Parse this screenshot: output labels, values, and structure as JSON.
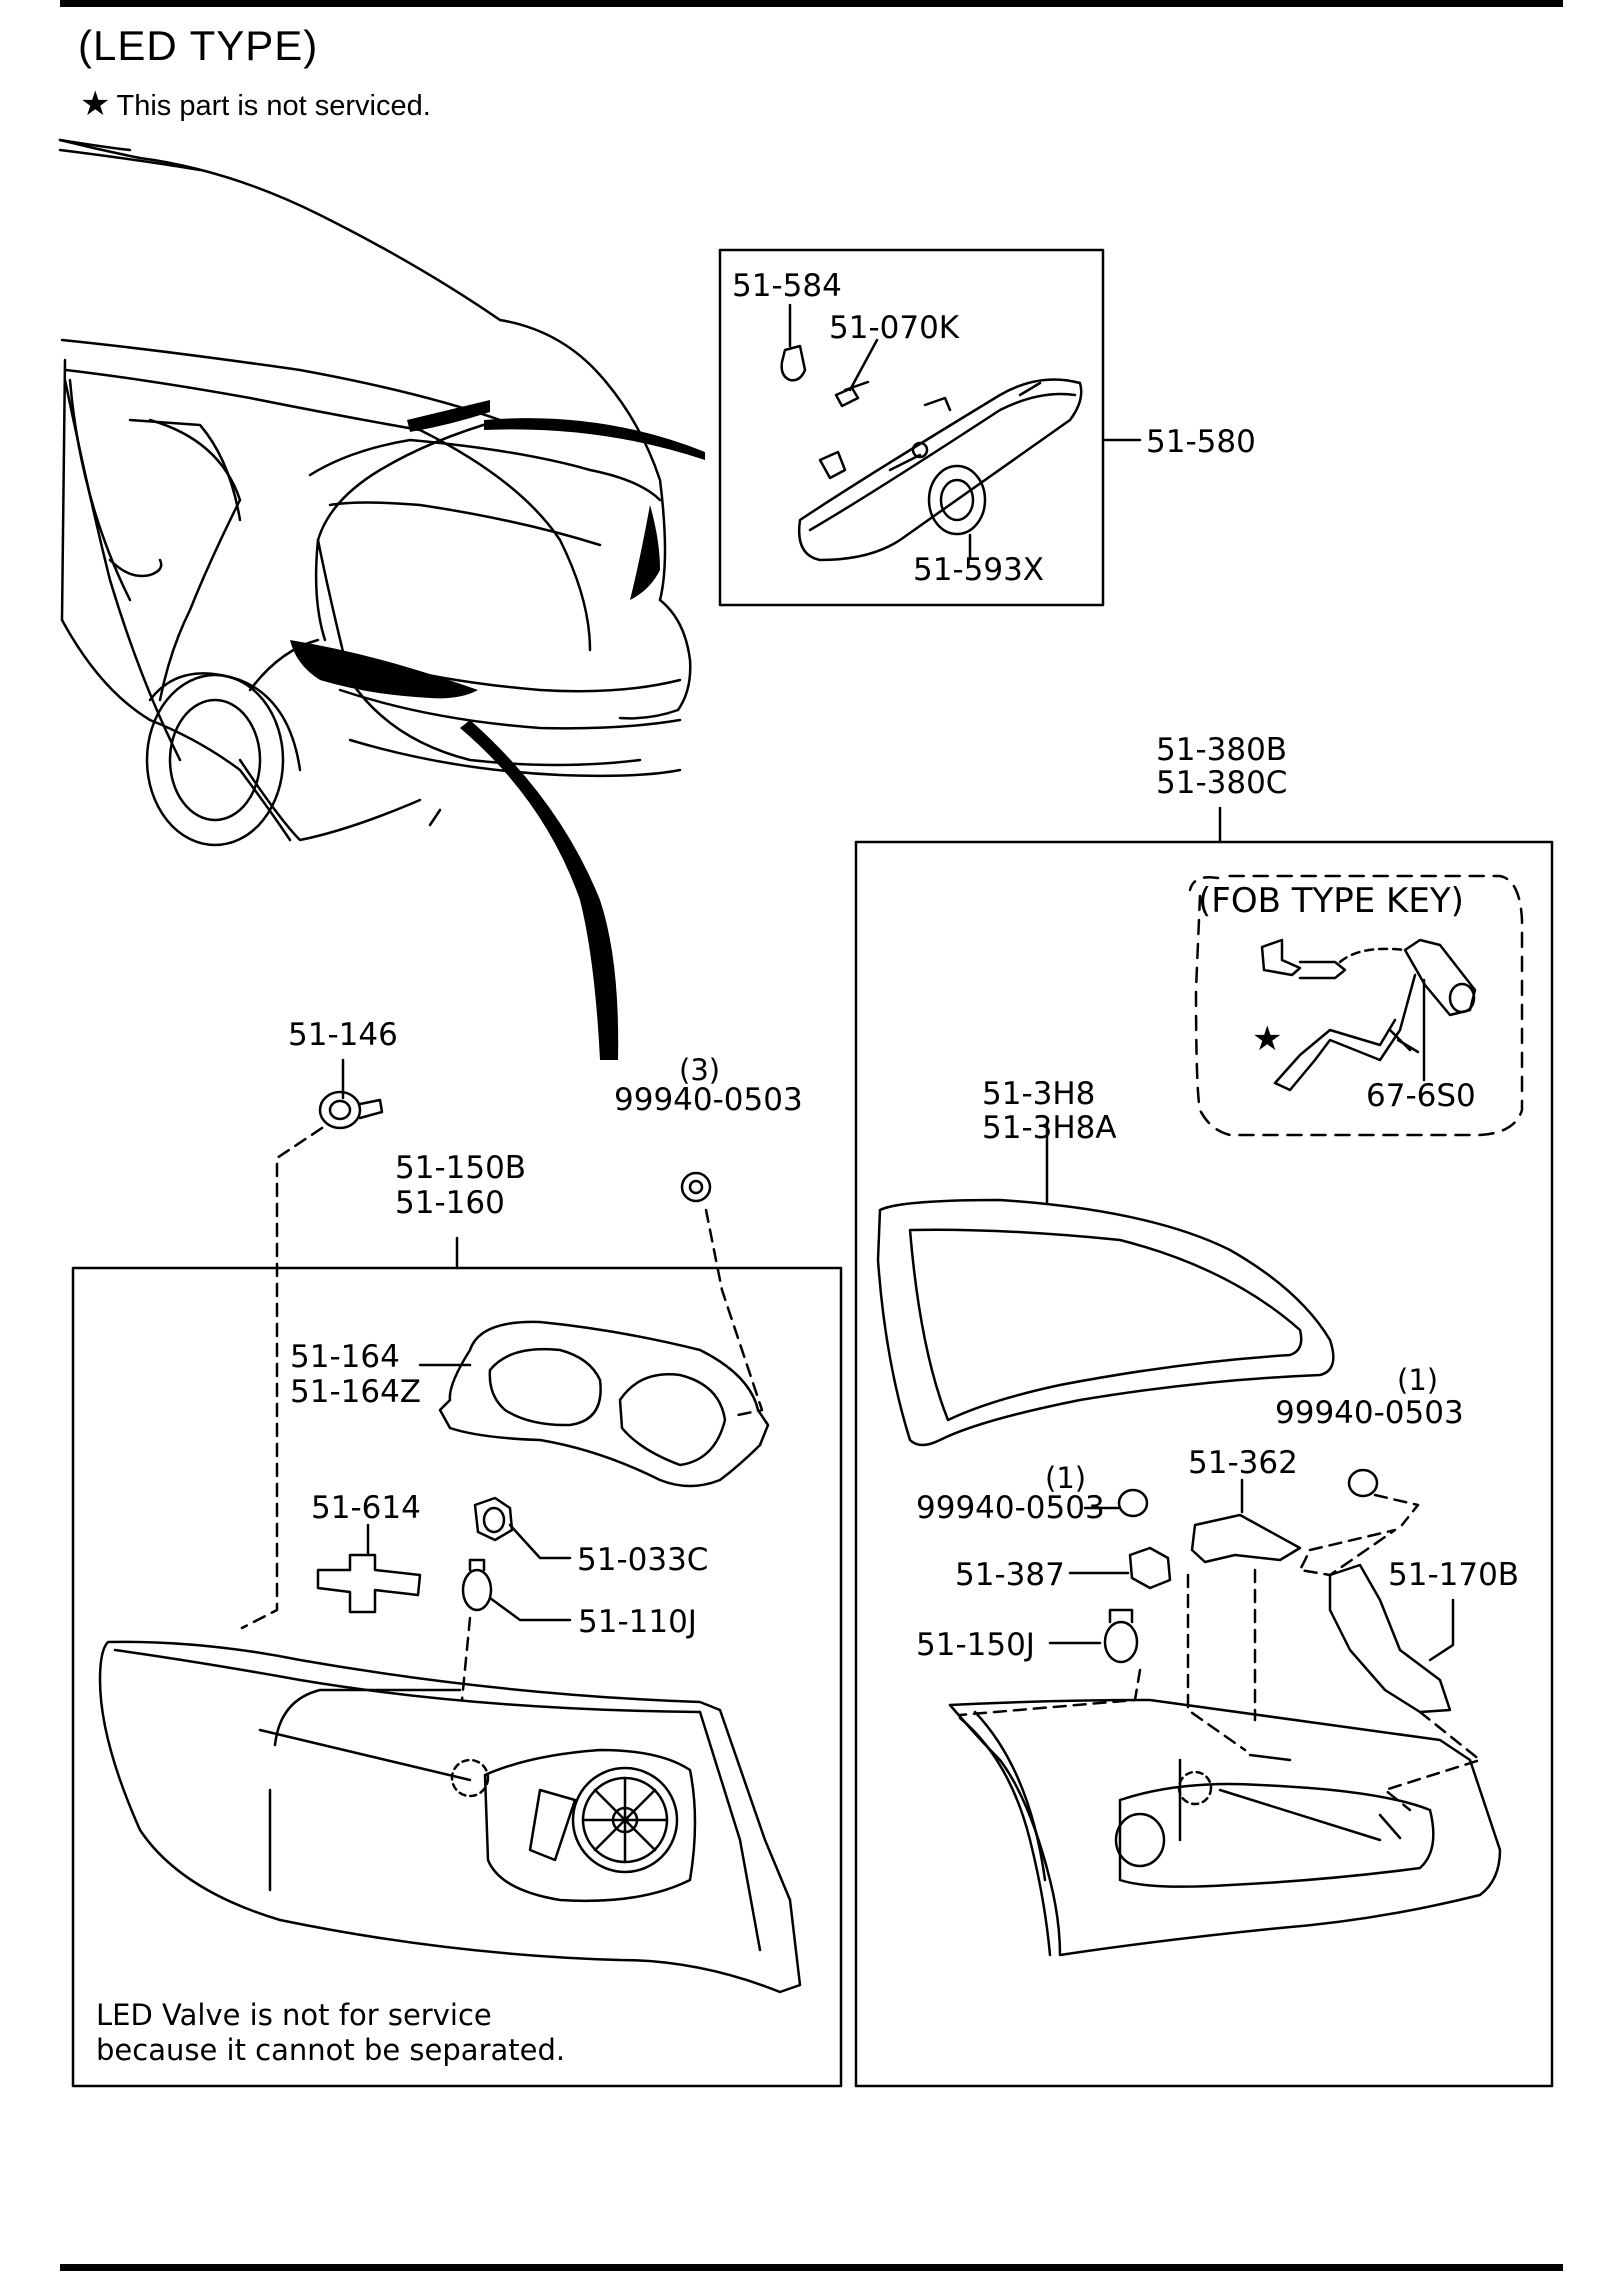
{
  "header": {
    "title": "(LED TYPE)",
    "note_star": "★",
    "note_text": "This part is not serviced."
  },
  "labels": {
    "p51_584": "51-584",
    "p51_070K": "51-070K",
    "p51_580": "51-580",
    "p51_593X": "51-593X",
    "p51_380B": "51-380B",
    "p51_380C": "51-380C",
    "fob_type_key": "(FOB TYPE KEY)",
    "p67_6S0": "67-6S0",
    "fob_star": "★",
    "p51_146": "51-146",
    "p99940_qty3": "(3)",
    "p99940_a": "99940-0503",
    "p51_150B": "51-150B",
    "p51_160": "51-160",
    "p51_3H8": "51-3H8",
    "p51_3H8A": "51-3H8A",
    "p51_164": "51-164",
    "p51_164Z": "51-164Z",
    "p99940_qty1_b": "(1)",
    "p99940_b": "99940-0503",
    "p99940_qty1_c": "(1)",
    "p99940_c": "99940-0503",
    "p51_362": "51-362",
    "p51_614": "51-614",
    "p51_033C": "51-033C",
    "p51_387": "51-387",
    "p51_170B": "51-170B",
    "p51_110J": "51-110J",
    "p51_150J": "51-150J",
    "led_note_line1": "LED Valve is not for service",
    "led_note_line2": "because it cannot be separated."
  }
}
